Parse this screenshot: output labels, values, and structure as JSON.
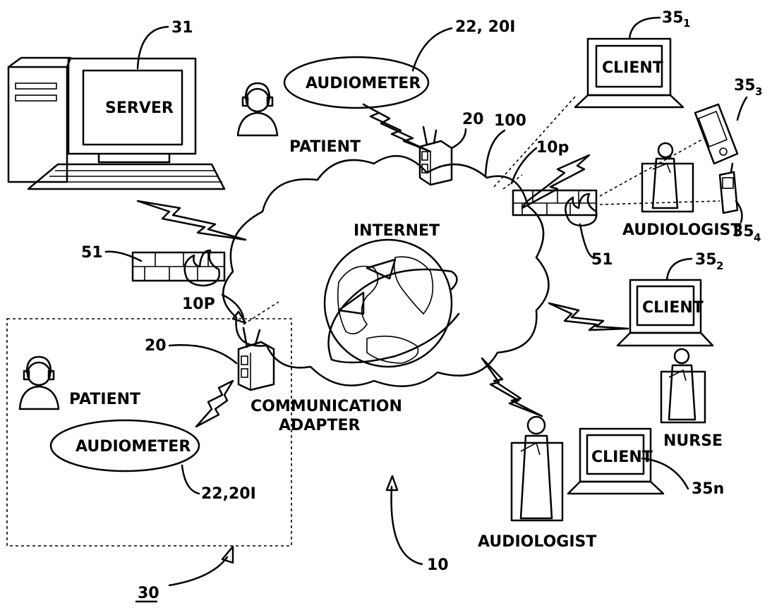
{
  "labels": {
    "server": "SERVER",
    "internet": "INTERNET",
    "patient": "PATIENT",
    "audiometer": "AUDIOMETER",
    "client": "CLIENT",
    "audiologist": "AUDIOLOGIST",
    "nurse": "NURSE",
    "communication_adapter_1": "COMMUNICATION",
    "communication_adapter_2": "ADAPTER"
  },
  "refs": {
    "server": "31",
    "audiometer_top": "22, 20I",
    "audiometer_bottom": "22,20I",
    "adapter": "20",
    "cloud": "100",
    "link_top": "10p",
    "link_left": "10P",
    "firewall": "51",
    "system": "10",
    "patient_site": "30",
    "client_1": "35",
    "client_1_sub": "1",
    "client_2": "35",
    "client_2_sub": "2",
    "pda": "35",
    "pda_sub": "3",
    "phone": "35",
    "phone_sub": "4",
    "client_n": "35n"
  }
}
